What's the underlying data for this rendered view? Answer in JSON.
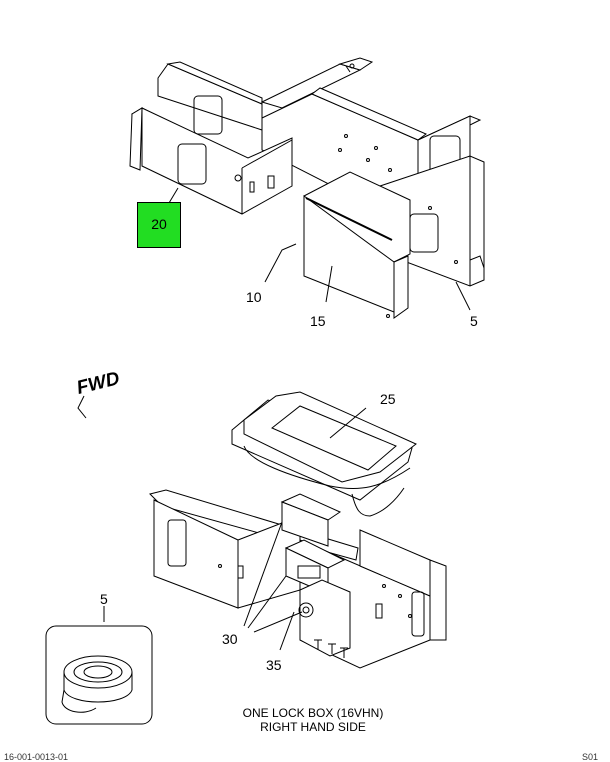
{
  "callouts": {
    "c20": "20",
    "c10": "10",
    "c15": "15",
    "c5_top": "5",
    "c25": "25",
    "c5_inset": "5",
    "c30": "30",
    "c35": "35"
  },
  "fwd_label": "FWD",
  "caption": {
    "line1": "ONE LOCK BOX (16VHN)",
    "line2": "RIGHT HAND SIDE"
  },
  "footer": {
    "left": "16-001-0013-01",
    "right": "S01"
  },
  "colors": {
    "highlight": "#22dd22",
    "ink": "#000000"
  }
}
